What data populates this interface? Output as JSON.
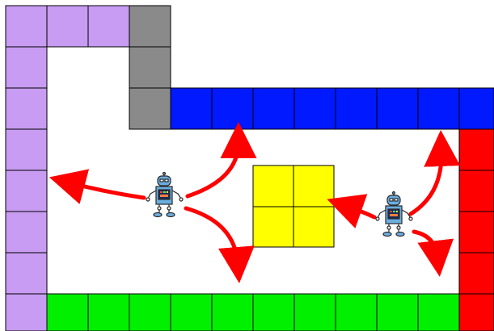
{
  "colors": {
    "background": "#ffffff",
    "purple_wall": "#c79cf2",
    "gray_wall": "#8a8a8a",
    "blue_wall": "#0019ff",
    "red_wall": "#ff0000",
    "green_wall": "#00f000",
    "center_box": "#ffff00",
    "arrow": "#ff0000",
    "robot_body": "#6aaee0",
    "grid_line": "#000000"
  },
  "elements": {
    "walls": [
      "purple-wall",
      "gray-wall",
      "blue-wall",
      "red-wall",
      "green-wall"
    ],
    "center_box": "yellow-box",
    "robots": [
      "robot-left",
      "robot-right"
    ],
    "arrow_icon": "curved-arrow-icon",
    "robot_icon": "robot-icon"
  }
}
